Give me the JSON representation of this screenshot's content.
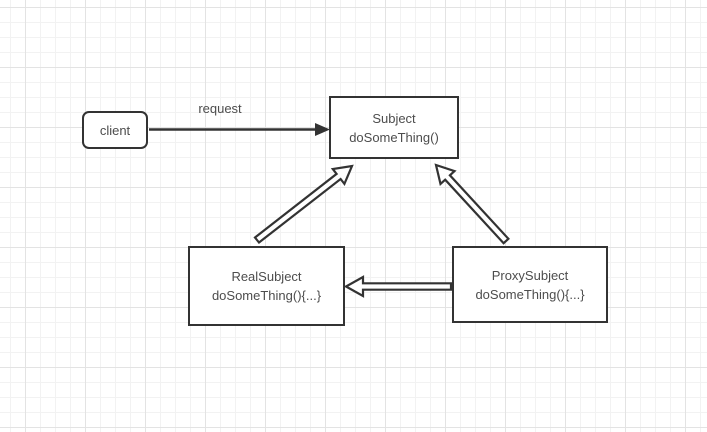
{
  "diagram": {
    "title": "proxy-pattern-diagram",
    "nodes": {
      "client": {
        "label": "client"
      },
      "subject": {
        "title": "Subject",
        "method": "doSomeThing()"
      },
      "real_subject": {
        "title": "RealSubject",
        "method": "doSomeThing(){...}"
      },
      "proxy_subject": {
        "title": "ProxySubject",
        "method": "doSomeThing(){...}"
      }
    },
    "edges": {
      "request_label": "request"
    },
    "colors": {
      "stroke": "#333333",
      "text": "#4d4d4d",
      "node_fill": "#ffffff",
      "canvas_bg": "#ffffff",
      "grid_minor": "#f2f2f2",
      "grid_major": "#e3e3e3"
    }
  }
}
